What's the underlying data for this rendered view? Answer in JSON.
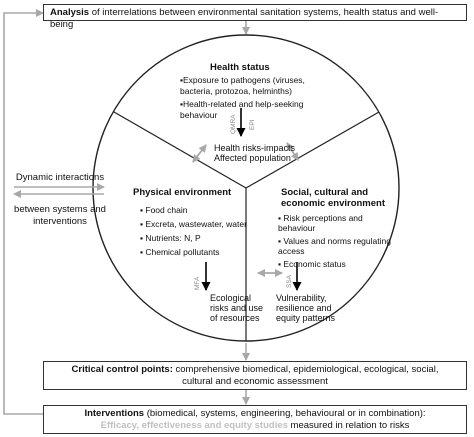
{
  "analysis_box": {
    "bold": "Analysis",
    "rest": " of interrelations between environmental sanitation systems, health status and well-being"
  },
  "health": {
    "title": "Health status",
    "items": [
      "Exposure to pathogens (viruses, bacteria, protozoa, helminths)",
      "Health-related and help-seeking behaviour"
    ],
    "method_1": "QMRA",
    "method_2": "EPI",
    "result_line1": "Health risks-impacts",
    "result_line2": "Affected population"
  },
  "physical": {
    "title": "Physical environment",
    "items": [
      "Food chain",
      "Excreta, wastewater, water",
      "Nutrients: N, P",
      "Chemical pollutants"
    ],
    "method": "MFA",
    "result_line1": "Ecological",
    "result_line2": "risks and use",
    "result_line3": "of resources"
  },
  "social": {
    "title_line1": "Social, cultural and",
    "title_line2": "economic environment",
    "items": [
      "Risk perceptions and behaviour",
      "Values and norms regulating access",
      "Economic status"
    ],
    "method": "SSA",
    "result_line1": "Vulnerability,",
    "result_line2": "resilience and",
    "result_line3": "equity patterns"
  },
  "dynamic": {
    "line1": "Dynamic  interactions",
    "line2": "between systems and",
    "line3": "interventions"
  },
  "critical_box": {
    "bold": "Critical control points:",
    "rest_line1": " comprehensive biomedical, epidemiological, ecological, social,",
    "rest_line2": "cultural and economic assessment"
  },
  "interventions_box": {
    "bold": "Interventions",
    "rest_line1": " (biomedical, systems, engineering, behavioural or in combination):",
    "muted": "Efficacy, effectiveness and equity studies",
    "rest_line2": " measured in relation to risks"
  },
  "colors": {
    "line": "#222222",
    "arrow_grey": "#a8a8a8",
    "muted_text": "#c0c0c0"
  }
}
